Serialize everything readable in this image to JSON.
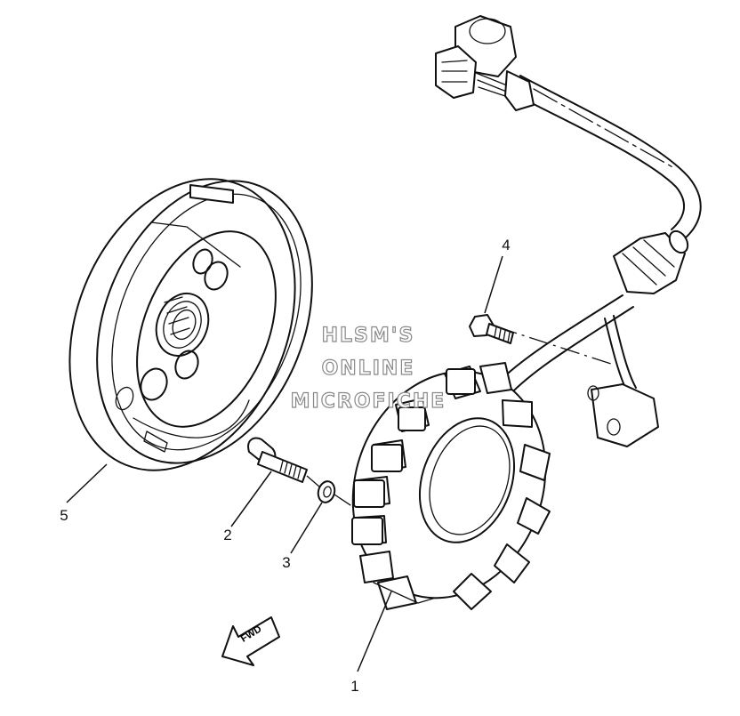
{
  "callouts": {
    "c1": "1",
    "c2": "2",
    "c3": "3",
    "c4": "4",
    "c5": "5"
  },
  "fwd_label": "FWD",
  "watermark": {
    "line1": "HLSM'S",
    "line2": "ONLINE",
    "line3": "MICROFICHE"
  }
}
